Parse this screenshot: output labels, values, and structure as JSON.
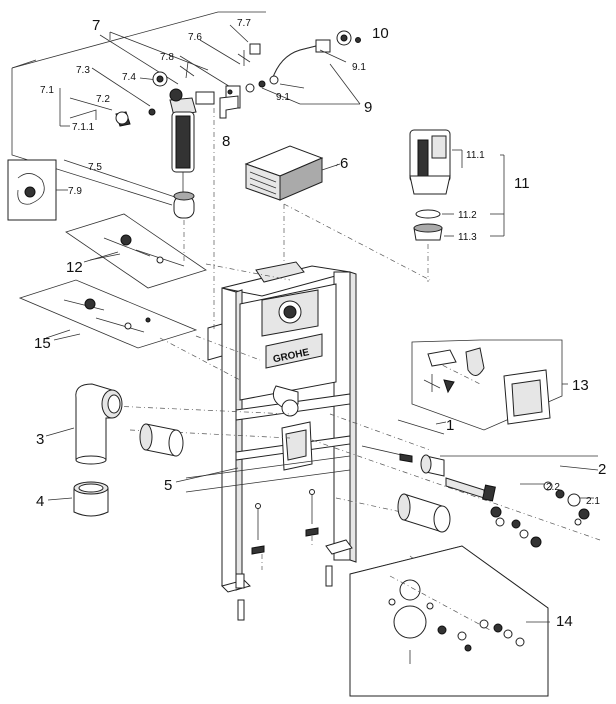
{
  "brand": "GROHE",
  "labels": {
    "l1": "1",
    "l2": "2",
    "l2_1": "2.1",
    "l2_2": "2.2",
    "l3": "3",
    "l4": "4",
    "l5": "5",
    "l6": "6",
    "l7": "7",
    "l7_1": "7.1",
    "l7_1_1": "7.1.1",
    "l7_2": "7.2",
    "l7_3": "7.3",
    "l7_4": "7.4",
    "l7_5": "7.5",
    "l7_6": "7.6",
    "l7_7": "7.7",
    "l7_8": "7.8",
    "l7_9": "7.9",
    "l8": "8",
    "l9": "9",
    "l9_1a": "9.1",
    "l9_1b": "9.1",
    "l10": "10",
    "l11": "11",
    "l11_1": "11.1",
    "l11_2": "11.2",
    "l11_3": "11.3",
    "l12": "12",
    "l13": "13",
    "l14": "14",
    "l15": "15"
  }
}
